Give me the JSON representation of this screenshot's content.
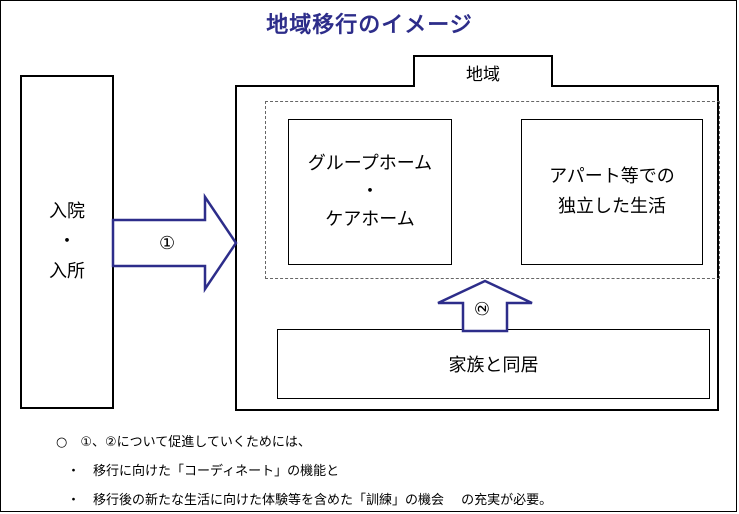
{
  "title": "地域移行のイメージ",
  "region_tab": "地域",
  "left_box": {
    "line1": "入院",
    "line2": "・",
    "line3": "入所"
  },
  "group_home_box": {
    "line1": "グループホーム",
    "line2": "・",
    "line3": "ケアホーム"
  },
  "apartment_box": {
    "line1": "アパート等での",
    "line2": "独立した生活"
  },
  "family_box": {
    "label": "家族と同居"
  },
  "arrow1": {
    "label": "①"
  },
  "arrow2": {
    "label": "②"
  },
  "notes": {
    "line1": "○　①、②について促進していくためには、",
    "line2": "・　移行に向けた「コーディネート」の機能と",
    "line3": "・　移行後の新たな生活に向けた体験等を含めた「訓練」の機会　 の充実が必要。"
  },
  "colors": {
    "title": "#2d2d8a",
    "arrow_stroke": "#2d2d8a",
    "arrow_fill": "#ffffff"
  }
}
